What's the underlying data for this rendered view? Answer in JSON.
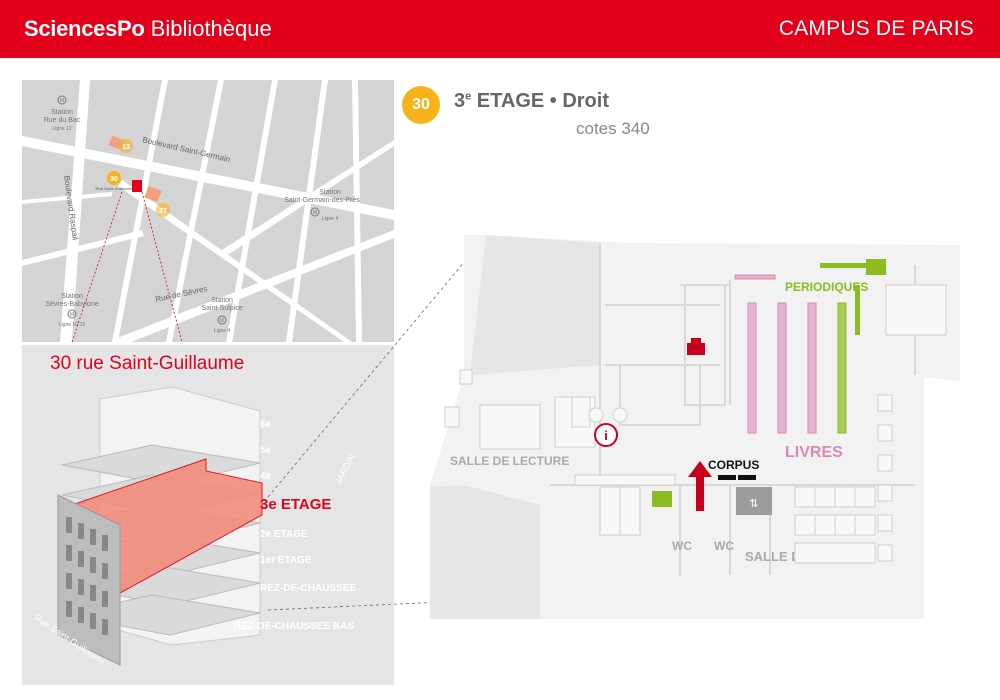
{
  "header": {
    "brand_bold": "SciencesPo",
    "brand_light": "Bibliothèque",
    "campus": "CAMPUS DE PARIS",
    "bg_color": "#e2001a"
  },
  "floor": {
    "badge": "30",
    "title_pre": "3",
    "title_sup": "e",
    "title_post": " ETAGE • Droit",
    "subtitle": "cotes 340",
    "badge_color": "#f6b31a"
  },
  "street_map": {
    "labels": {
      "station_rue_du_bac": "Station",
      "station_rue_du_bac_2": "Rue du Bac",
      "ligne_12": "Ligne 12",
      "bd_saint_germain": "Boulevard Saint-Germain",
      "bd_raspail": "Boulevard Raspail",
      "station_sg_1": "Station",
      "station_sg_2": "Saint-Germain-des-Prés",
      "ligne_4a": "Ligne 4",
      "station_sevres_1": "Station",
      "station_sevres_2": "Sèvres-Babylone",
      "ligne_10_12": "Ligne 10-12",
      "rue_de_sevres": "Rue de Sèvres",
      "station_ss_1": "Station",
      "station_ss_2": "Saint-Sulpice",
      "ligne_4b": "Ligne 4",
      "rue_sg_small": "Rue Saint-Guillaume",
      "metro_symbol": "M",
      "pin_30": "30",
      "pin_27": "27",
      "pin_13": "13"
    }
  },
  "building": {
    "address": "30 rue Saint-Guillaume",
    "floors": [
      {
        "label": "6e"
      },
      {
        "label": "5e"
      },
      {
        "label": "4e"
      },
      {
        "label": "3e ETAGE"
      },
      {
        "label": "2e ETAGE"
      },
      {
        "label": "1er ETAGE"
      },
      {
        "label": "REZ-DE-CHAUSSEE"
      },
      {
        "label": "REZ-DE-CHAUSSEE BAS"
      }
    ],
    "jardin": "JARDIN",
    "street": "Rue Saint-Guillaume",
    "highlight_color": "#e2001a"
  },
  "floor_plan": {
    "salle_lecture_left": "SALLE DE LECTURE",
    "salle_lecture_right": "SALLE DE LECTURE",
    "periodiques": "PERIODIQUES",
    "livres": "LIVRES",
    "corpus": "CORPUS",
    "wc_1": "WC",
    "wc_2": "WC",
    "info": "i",
    "colors": {
      "periodiques": "#8dbb22",
      "livres": "#d88ab4",
      "exit": "#8dbb22",
      "arrow": "#c8001e"
    }
  }
}
